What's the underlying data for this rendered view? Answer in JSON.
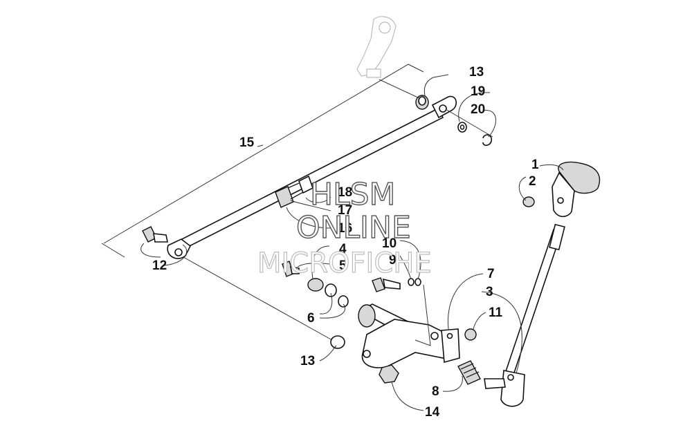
{
  "callouts": [
    {
      "id": "c1",
      "text": "1"
    },
    {
      "id": "c2",
      "text": "2"
    },
    {
      "id": "c3",
      "text": "3"
    },
    {
      "id": "c4",
      "text": "4"
    },
    {
      "id": "c5",
      "text": "5"
    },
    {
      "id": "c6",
      "text": "6"
    },
    {
      "id": "c7",
      "text": "7"
    },
    {
      "id": "c8",
      "text": "8"
    },
    {
      "id": "c9",
      "text": "9"
    },
    {
      "id": "c10",
      "text": "10"
    },
    {
      "id": "c11",
      "text": "11"
    },
    {
      "id": "c12",
      "text": "12"
    },
    {
      "id": "c13a",
      "text": "13"
    },
    {
      "id": "c13b",
      "text": "13"
    },
    {
      "id": "c14",
      "text": "14"
    },
    {
      "id": "c15",
      "text": "15"
    },
    {
      "id": "c16",
      "text": "16"
    },
    {
      "id": "c17",
      "text": "17"
    },
    {
      "id": "c18",
      "text": "18"
    },
    {
      "id": "c19",
      "text": "19"
    },
    {
      "id": "c20",
      "text": "20"
    }
  ],
  "watermark": {
    "line1": "HLSM",
    "line2": "ONLINE",
    "line3": "MICROFICHE"
  }
}
